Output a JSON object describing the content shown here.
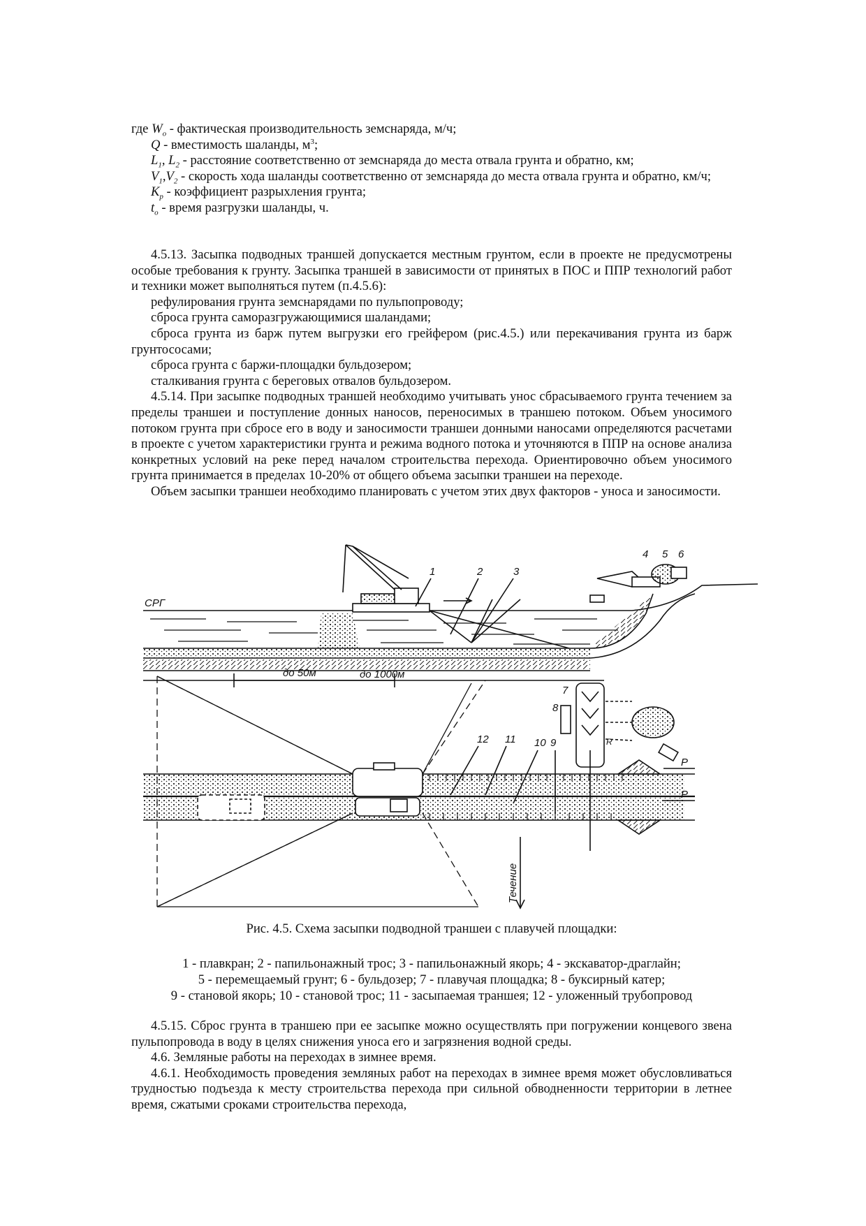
{
  "legend": {
    "wo_sym": "W",
    "wo_sub": "o",
    "wo_pre": "где ",
    "wo_desc": " - фактическая производительность земснаряда, м/ч;",
    "q_sym": "Q",
    "q_desc": " - вместимость шаланды, м",
    "q_sup": "3",
    "q_end": ";",
    "l1": "L",
    "l1_sub": "1",
    "l2": "L",
    "l2_sub": "2",
    "sep_comma": ", ",
    "l_desc": " - расстояние соответственно от земснаряда до места отвала грунта и обратно, км;",
    "v1": "V",
    "v1_sub": "1",
    "v_sep": ",",
    "v2": "V",
    "v2_sub": "2",
    "v_desc": " - скорость хода шаланды соответственно от земснаряда до места отвала грунта и обратно, км/ч;",
    "kp": "K",
    "kp_sub": "р",
    "kp_desc": " - коэффициент разрыхления грунта;",
    "to": "t",
    "to_sub": "o",
    "to_desc": " - время разгрузки шаланды, ч."
  },
  "section_4513": {
    "intro": "4.5.13. Засыпка подводных траншей допускается местным грунтом, если в проекте не предусмотрены особые требования к грунту. Засыпка траншей в зависимости от принятых в ПОС и ППР технологий работ и техники может выполняться путем (п.4.5.6):",
    "items": [
      "рефулирования грунта земснарядами по пульпопроводу;",
      "сброса грунта саморазгружающимися шаландами;",
      "сброса грунта из барж путем выгрузки его грейфером (рис.4.5.) или перекачивания грунта из барж грунтососами;",
      "сброса грунта с баржи-площадки бульдозером;",
      "сталкивания грунта с береговых отвалов бульдозером."
    ]
  },
  "section_4514": {
    "p1": "4.5.14. При засыпке подводных траншей необходимо учитывать унос сбрасываемого грунта течением за пределы траншеи и поступление донных наносов, переносимых в траншею потоком. Объем уносимого потоком грунта при сбросе его в воду и заносимости траншеи донными наносами определяются расчетами в проекте с учетом характеристики грунта и режима водного потока и уточняются в ППР на основе анализа конкретных условий на реке перед началом строительства перехода. Ориентировочно объем уносимого грунта принимается в пределах 10-20% от общего объема засыпки траншеи на переходе.",
    "p2": "Объем засыпки траншеи необходимо планировать с учетом этих двух факторов - уноса и заносимости."
  },
  "figure": {
    "labels": {
      "n1": "1",
      "n2": "2",
      "n3": "3",
      "n4": "4",
      "n5": "5",
      "n6": "6",
      "n7": "7",
      "n8": "8",
      "n9": "9",
      "n10": "10",
      "n11": "11",
      "n12": "12",
      "srg": "СРГ",
      "do1000": "до 1000м",
      "do50": "до 50м",
      "techenie": "Течение",
      "r": "R",
      "p_upper": "Р",
      "p_lower": "Р"
    },
    "caption_title": "Рис. 4.5. Схема засыпки подводной траншеи с плавучей площадки:",
    "caption_lines": [
      "1 - плавкран; 2 - папильонажный трос; 3 - папильонажный якорь; 4 - экскаватор-драглайн;",
      "5 - перемещаемый грунт; 6 - бульдозер; 7 - плавучая площадка; 8 - буксирный катер;",
      "9 - становой якорь; 10 - становой трос; 11 - засыпаемая траншея; 12 - уложенный трубопровод"
    ]
  },
  "section_4515": {
    "p1": "4.5.15. Сброс грунта в траншею при ее засыпке можно осуществлять при погружении концевого звена пульпопровода в воду в целях снижения уноса его и загрязнения водной среды.",
    "p2": "4.6. Земляные работы на переходах в зимнее время.",
    "p3": "4.6.1. Необходимость проведения земляных работ на переходах в зимнее время может обусловливаться трудностью подъезда к месту строительства перехода при сильной обводненности территории в летнее время, сжатыми сроками строительства перехода,"
  }
}
